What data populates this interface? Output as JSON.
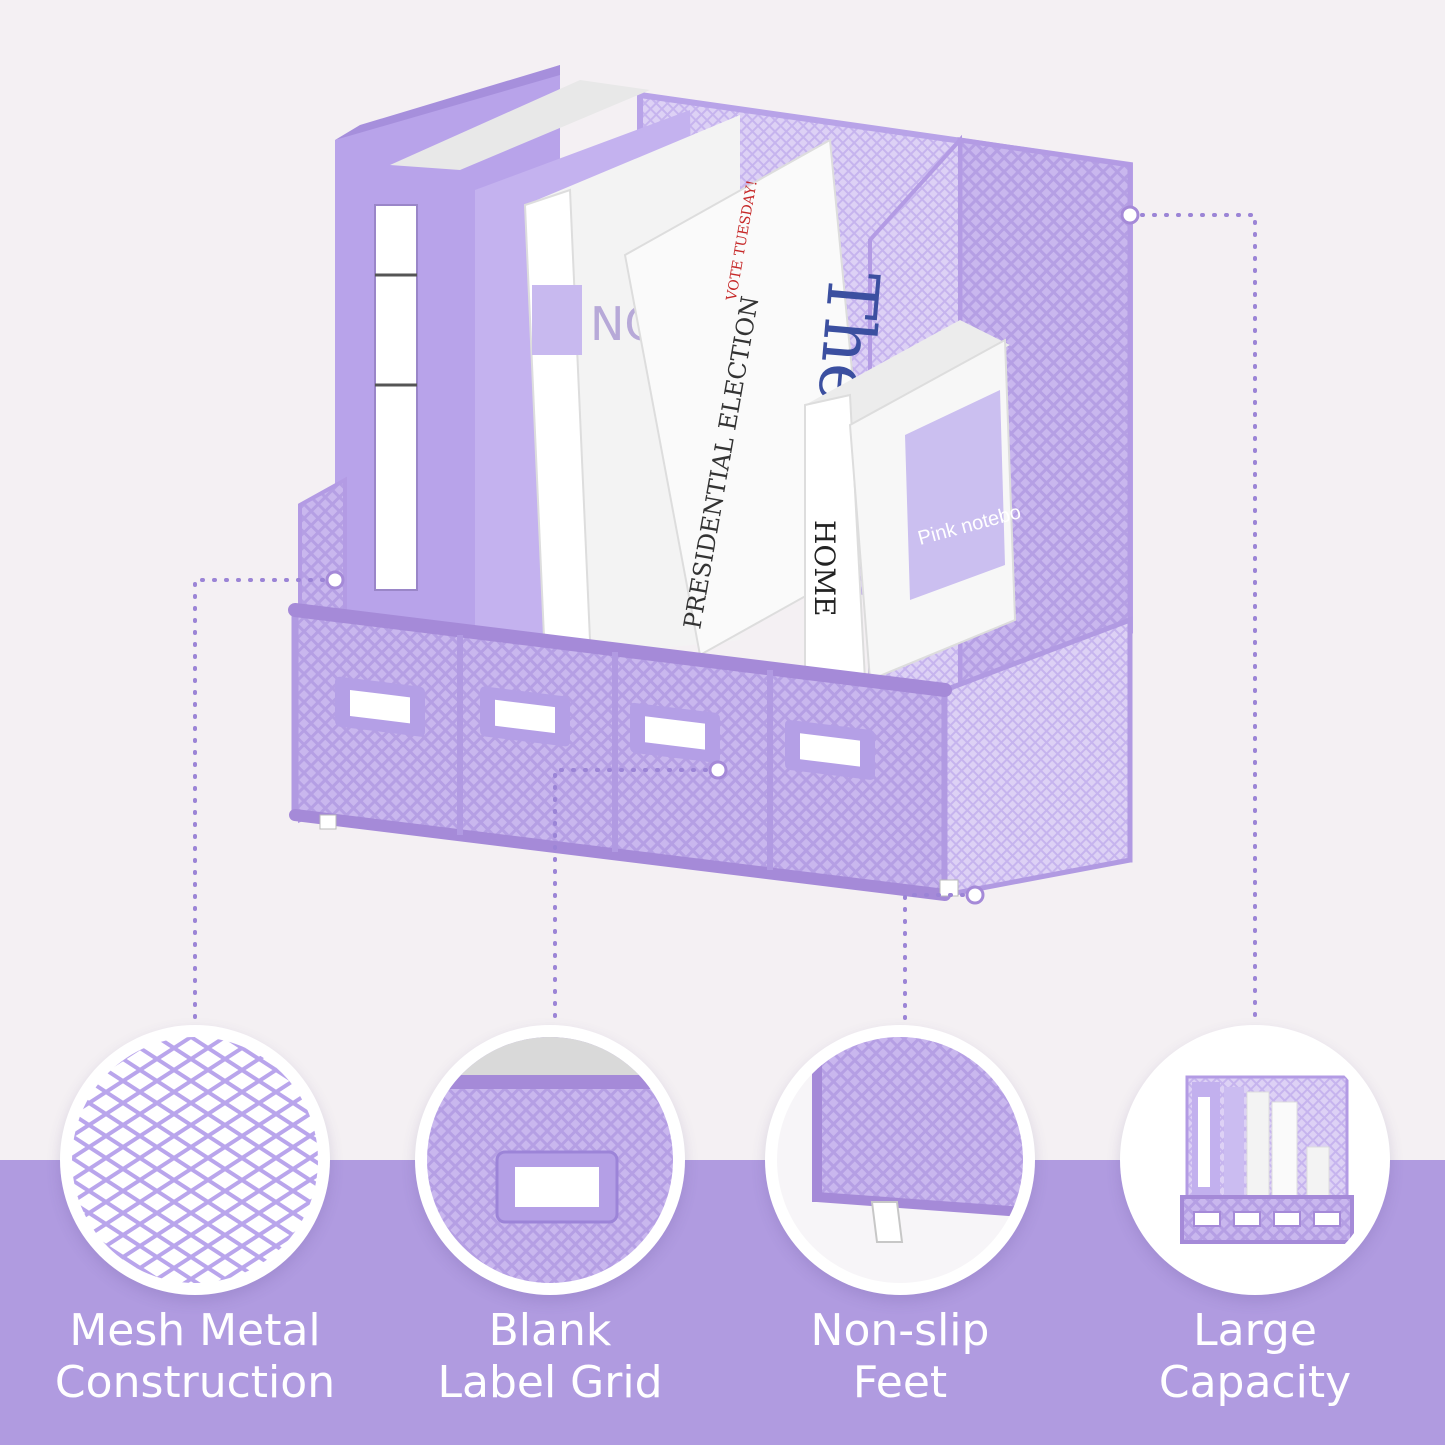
{
  "colors": {
    "background": "#f4f0f3",
    "band": "#b09be0",
    "lavender": "#c4b0ec",
    "lavender_dark": "#a58ad8",
    "caption_text": "#ffffff"
  },
  "product": {
    "book_cover_text": "NO WR",
    "newspaper_headline": "PRESIDENTIAL ELECTION",
    "newspaper_masthead": "The",
    "newspaper_note": "VOTE TUESDAY!",
    "book_spine_text": "HOME",
    "notebook_text": "Pink notebo"
  },
  "features": [
    {
      "icon": "mesh-detail-icon",
      "line1": "Mesh Metal",
      "line2": "Construction"
    },
    {
      "icon": "label-grid-detail-icon",
      "line1": "Blank",
      "line2": "Label Grid"
    },
    {
      "icon": "non-slip-feet-detail-icon",
      "line1": "Non-slip",
      "line2": "Feet"
    },
    {
      "icon": "large-capacity-detail-icon",
      "line1": "Large",
      "line2": "Capacity"
    }
  ]
}
